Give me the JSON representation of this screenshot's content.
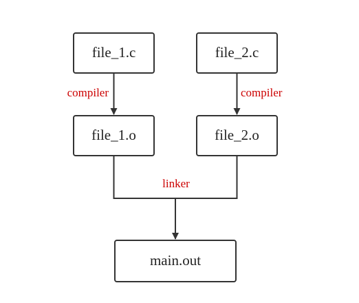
{
  "diagram": {
    "label_color": "#cc0000",
    "nodes": {
      "file1c": "file_1.c",
      "file2c": "file_2.c",
      "file1o": "file_1.o",
      "file2o": "file_2.o",
      "main": "main.out"
    },
    "edges": {
      "compiler_left": "compiler",
      "compiler_right": "compiler",
      "linker": "linker"
    }
  }
}
